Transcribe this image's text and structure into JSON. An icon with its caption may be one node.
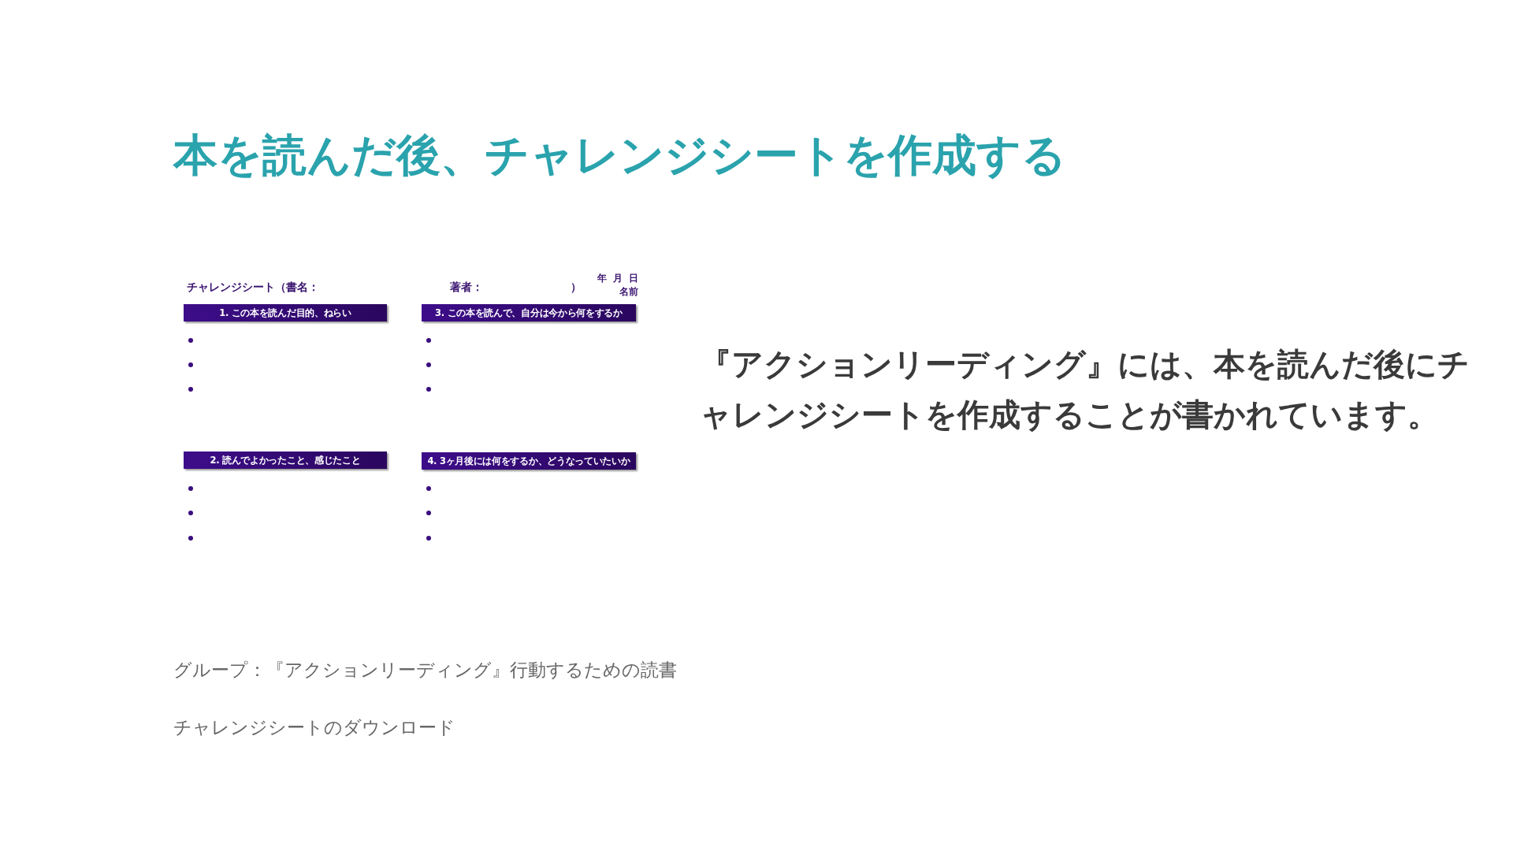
{
  "diagram": {
    "title": "本を読んだ後、チャレンジシートを作成する",
    "nodes": [
      {
        "text": [
          "1. この本を読んだ目的、ねらい"
        ]
      },
      {
        "text": [
          "3. この本を読んで、自分は今から何をするか"
        ]
      },
      {
        "text": [
          "2. 読んでよかったこと、感じたこと"
        ]
      },
      {
        "text": [
          "4. 3ヶ月後には何をするか、どうなっていたいか"
        ]
      }
    ],
    "labels": [
      "チャレンジシート（書名：",
      "著者：",
      "）",
      "年",
      "月",
      "日",
      "名前",
      "『アクションリーディング』には、**本を読んだ後にチャレンジシートを作成**することが書かれています。",
      "グループ：『アクションリーディング』行動するための読書",
      "チャレンジシートのダウンロード"
    ]
  }
}
